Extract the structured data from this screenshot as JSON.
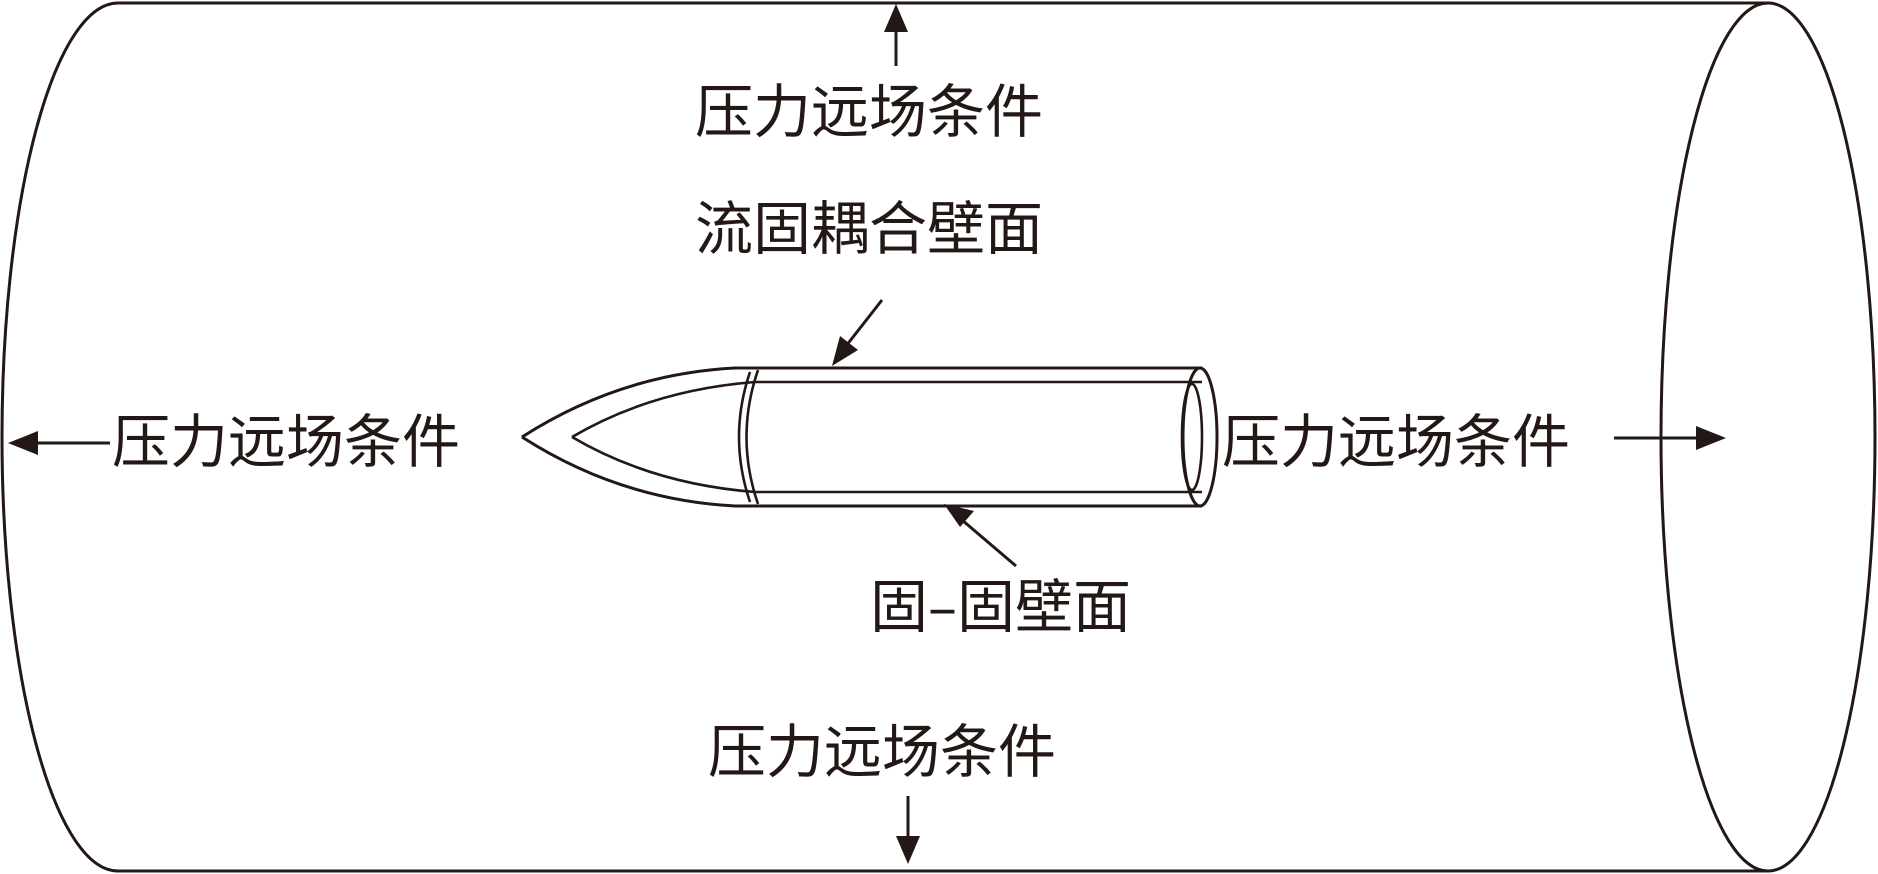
{
  "labels": {
    "top": "压力远场条件",
    "bottom": "压力远场条件",
    "left": "压力远场条件",
    "right": "压力远场条件",
    "fsi_wall": "流固耦合壁面",
    "solid_wall": "固–固壁面"
  },
  "colors": {
    "stroke": "#231815",
    "background": "#ffffff"
  }
}
